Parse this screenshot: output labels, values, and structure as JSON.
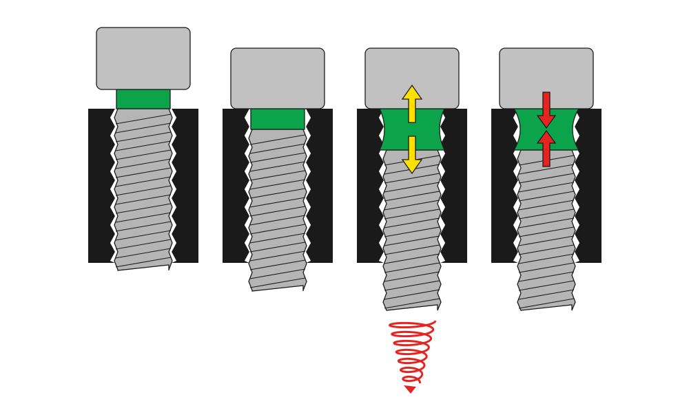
{
  "diagram": {
    "description_visible_text": "",
    "stages": [
      {
        "id": "stage-1",
        "state": "spacer-above-nut",
        "spacer": "intact",
        "arrow": "none"
      },
      {
        "id": "stage-2",
        "state": "spacer-seated",
        "spacer": "intact",
        "arrow": "none"
      },
      {
        "id": "stage-3",
        "state": "bolt-loosening",
        "spacer": "stretched",
        "arrow": "outward",
        "rotation_indicator": "spiral"
      },
      {
        "id": "stage-4",
        "state": "spacer-compressed",
        "spacer": "squeezed",
        "arrow": "inward"
      }
    ],
    "colors": {
      "head": "#c1c1c1",
      "bolt": "#b5b5b5",
      "spacer": "#0ca44a",
      "nut": "#1a1a1a",
      "outline": "#1a1a1a",
      "arrow_outward": "#ffe000",
      "arrow_inward": "#e52421",
      "spiral": "#e52421",
      "background": "#ffffff"
    }
  }
}
